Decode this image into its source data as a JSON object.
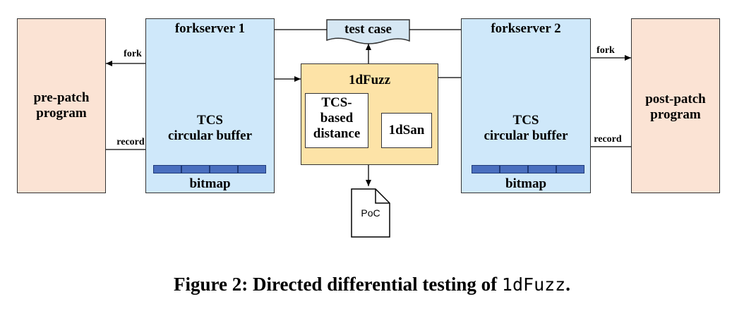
{
  "diagram": {
    "left_program": "pre-patch\nprogram",
    "right_program": "post-patch\nprogram",
    "forkserver_left": "forkserver 1",
    "forkserver_right": "forkserver 2",
    "tcs_label": "TCS\ncircular buffer",
    "bitmap_label": "bitmap",
    "fork_label": "fork",
    "record_label": "record",
    "test_case": "test case",
    "fuzzer": "1dFuzz",
    "distance": "TCS-\nbased\ndistance",
    "sanitizer": "1dSan",
    "poc": "PoC",
    "colors": {
      "program_fill": "#fbe3d4",
      "forkserver_fill": "#cfe8fa",
      "fuzzer_fill": "#fde3a7",
      "ring": "#f2f20c",
      "bitmap": "#4a6fbf"
    }
  },
  "caption": {
    "prefix": "Figure 2: Directed differential testing of ",
    "tool": "1dFuzz",
    "suffix": "."
  }
}
